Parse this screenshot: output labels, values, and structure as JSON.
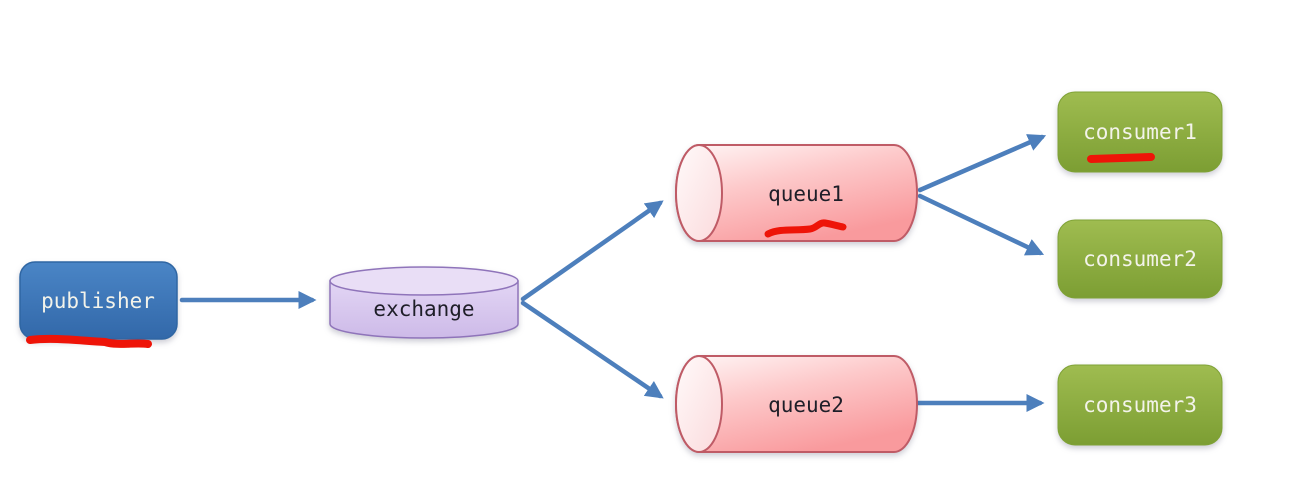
{
  "diagram": {
    "kind": "message-broker-flow",
    "nodes": {
      "publisher": {
        "label": "publisher",
        "shape": "rounded-rect"
      },
      "exchange": {
        "label": "exchange",
        "shape": "vertical-cylinder"
      },
      "queue1": {
        "label": "queue1",
        "shape": "horizontal-cylinder"
      },
      "queue2": {
        "label": "queue2",
        "shape": "horizontal-cylinder"
      },
      "consumer1": {
        "label": "consumer1",
        "shape": "rounded-rect"
      },
      "consumer2": {
        "label": "consumer2",
        "shape": "rounded-rect"
      },
      "consumer3": {
        "label": "consumer3",
        "shape": "rounded-rect"
      }
    },
    "edges": [
      {
        "from": "publisher",
        "to": "exchange"
      },
      {
        "from": "exchange",
        "to": "queue1"
      },
      {
        "from": "exchange",
        "to": "queue2"
      },
      {
        "from": "queue1",
        "to": "consumer1"
      },
      {
        "from": "queue1",
        "to": "consumer2"
      },
      {
        "from": "queue2",
        "to": "consumer3"
      }
    ],
    "annotations": [
      {
        "type": "hand-drawn-underline",
        "target": "publisher"
      },
      {
        "type": "hand-drawn-squiggle",
        "target": "queue1"
      },
      {
        "type": "hand-drawn-underline",
        "target": "consumer1"
      }
    ],
    "colors": {
      "background": "#ffffff",
      "arrow": "#4d7fbc",
      "annotation_red": "#ee1408",
      "publisher_fill": "#3d78b9",
      "publisher_border": "#2f66a3",
      "publisher_text": "#f3f3ea",
      "exchange_fill": "#d9c9ef",
      "exchange_border": "#8f74ba",
      "exchange_text": "#1e1e28",
      "queue_fill": "#fba3a5",
      "queue_border": "#bf5b66",
      "queue_text": "#1e1e28",
      "consumer_fill": "#8cab3d",
      "consumer_text": "#f3f3ea"
    }
  }
}
